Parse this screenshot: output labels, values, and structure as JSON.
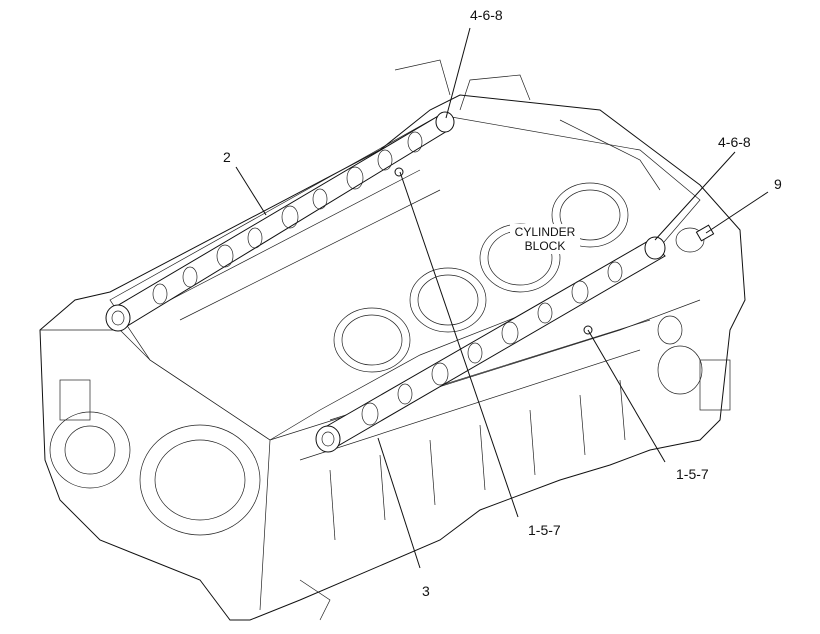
{
  "diagram": {
    "callouts": {
      "top_4_6_8": "4-6-8",
      "right_4_6_8": "4-6-8",
      "camshaft_left": "2",
      "camshaft_right": "3",
      "item_9": "9",
      "lower_1_5_7": "1-5-7",
      "right_1_5_7": "1-5-7"
    },
    "block_label_line1": "CYLINDER",
    "block_label_line2": "BLOCK"
  }
}
